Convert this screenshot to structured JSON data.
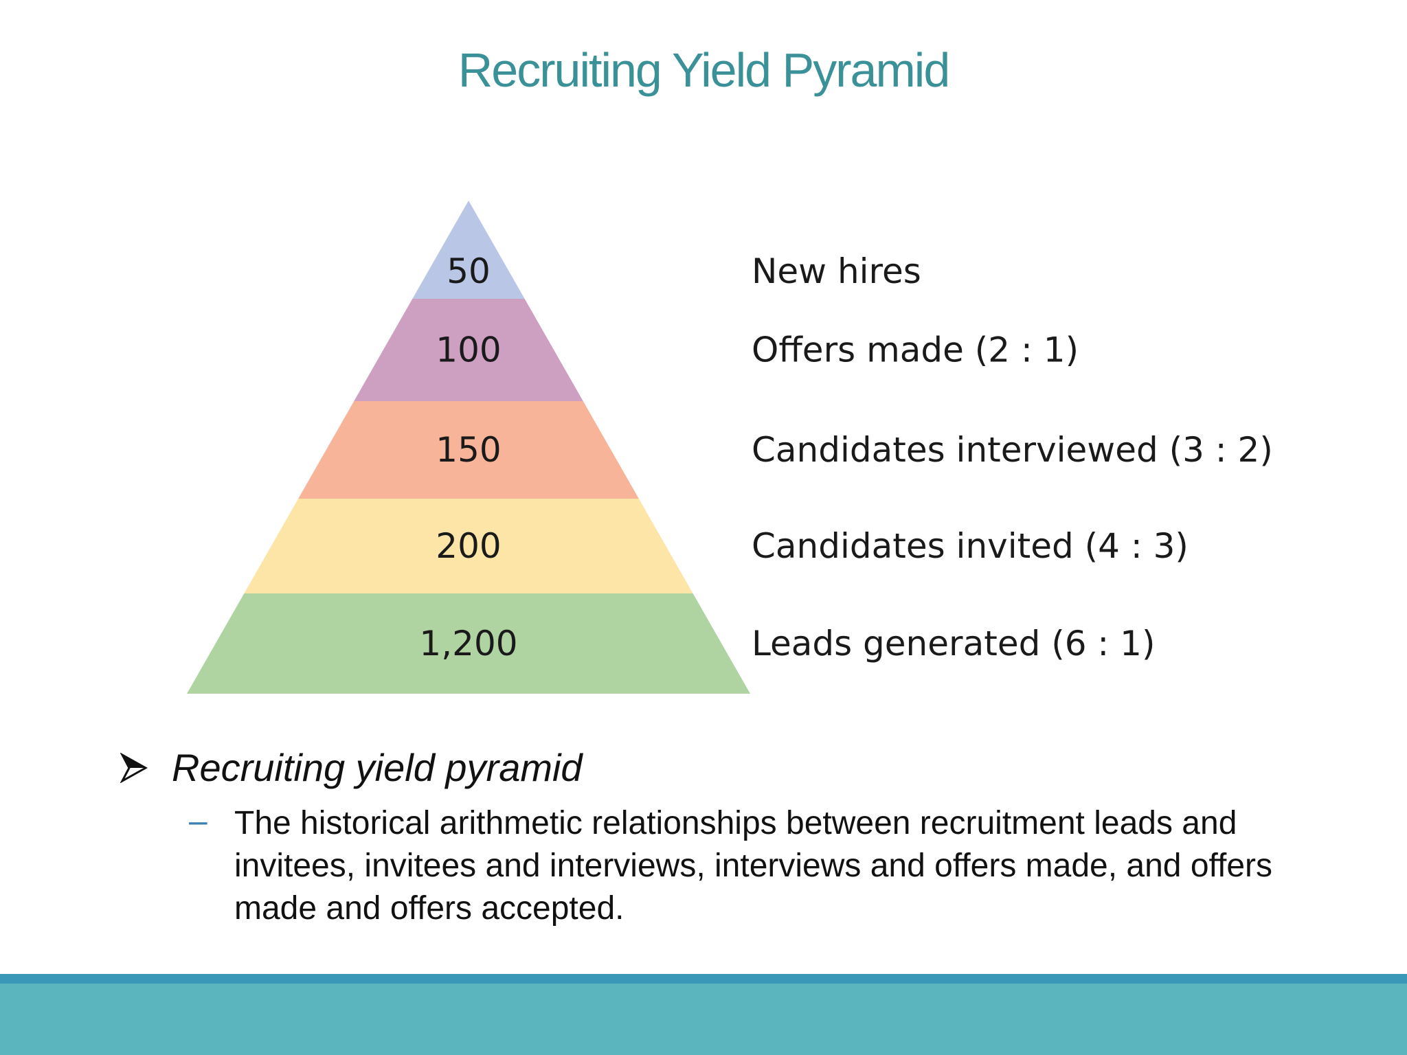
{
  "title": "Recruiting Yield Pyramid",
  "pyramid": {
    "tiers": [
      {
        "value": "50",
        "label": "New hires",
        "color": "#bac6e6"
      },
      {
        "value": "100",
        "label": "Offers made (2 : 1)",
        "color": "#cd9fc1"
      },
      {
        "value": "150",
        "label": "Candidates interviewed (3 : 2)",
        "color": "#f7b498"
      },
      {
        "value": "200",
        "label": "Candidates invited (4 : 3)",
        "color": "#fce5a7"
      },
      {
        "value": "1,200",
        "label": "Leads generated (6 : 1)",
        "color": "#afd4a1"
      }
    ]
  },
  "bullet": {
    "text": "Recruiting yield pyramid",
    "sub_dash": "–",
    "sub_text": "The historical arithmetic relationships between recruitment leads and invitees, invitees and interviews, interviews and offers made, and offers made and offers accepted."
  },
  "colors": {
    "title": "#3a9197",
    "footer_line": "#3a97b8",
    "footer_band": "#5bb5bf",
    "dash": "#3a7fb0"
  }
}
